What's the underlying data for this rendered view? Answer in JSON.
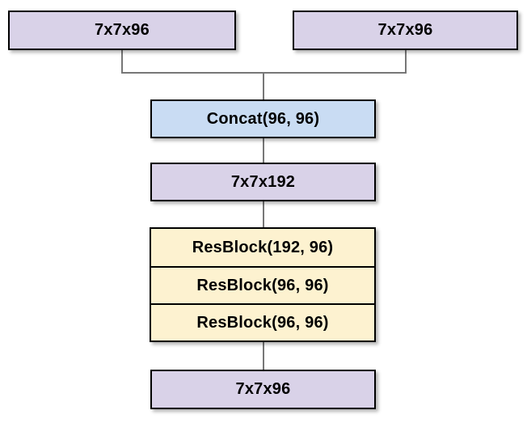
{
  "diagram": {
    "nodes": {
      "input_left": {
        "label": "7x7x96"
      },
      "input_right": {
        "label": "7x7x96"
      },
      "concat": {
        "label": "Concat(96, 96)"
      },
      "concat_out": {
        "label": "7x7x192"
      },
      "resblock_1": {
        "label": "ResBlock(192, 96)"
      },
      "resblock_2": {
        "label": "ResBlock(96, 96)"
      },
      "resblock_3": {
        "label": "ResBlock(96, 96)"
      },
      "output": {
        "label": "7x7x96"
      }
    },
    "colors": {
      "tensor_fill": "#D9D2E8",
      "concat_fill": "#C9DCF3",
      "resblock_fill": "#FDF2D0",
      "border": "#000000",
      "connector": "#777777",
      "background": "#FFFFFF"
    }
  }
}
